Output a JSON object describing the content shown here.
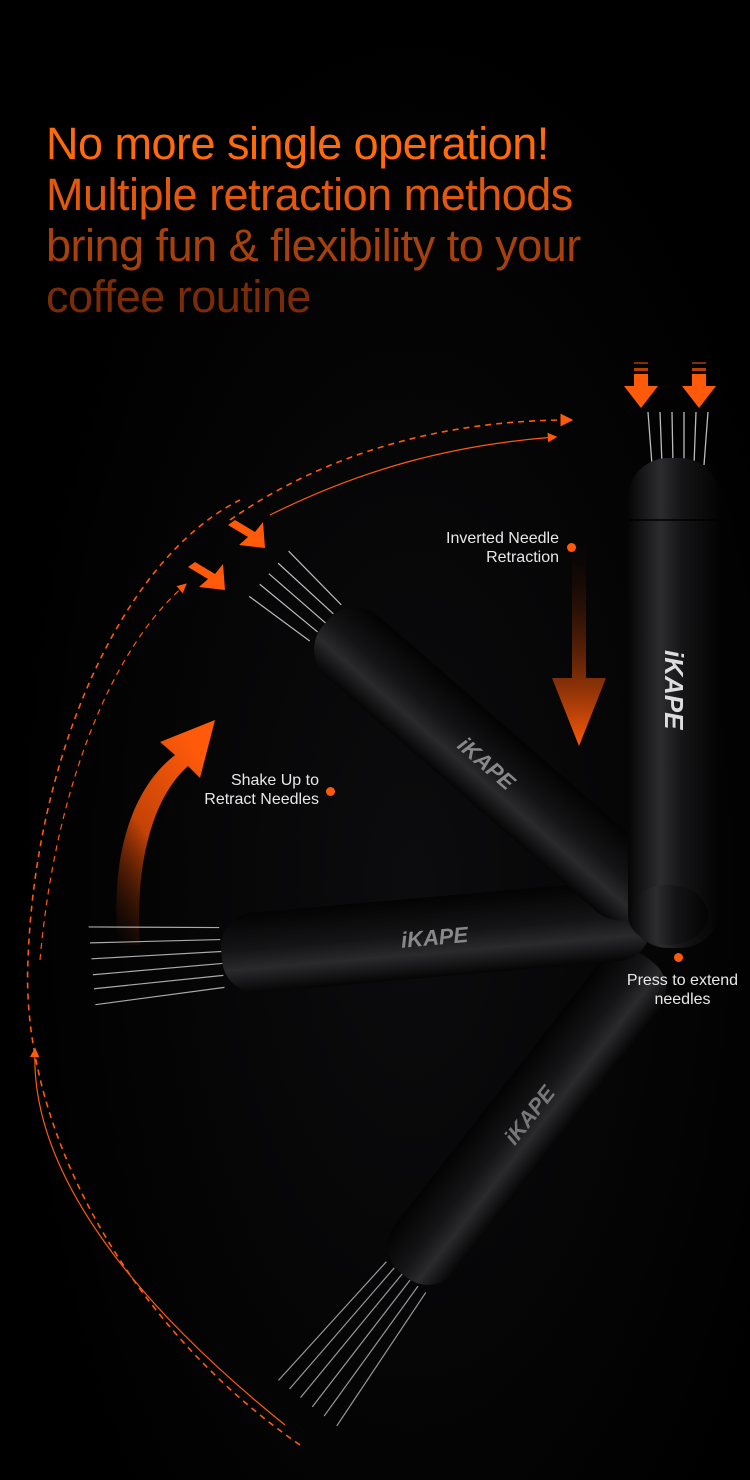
{
  "headline": {
    "lines": [
      "No more single operation!",
      "Multiple retraction methods",
      "bring fun & flexibility to your",
      "coffee routine"
    ],
    "colors": [
      "#ff6a0a",
      "#e2580c",
      "#a8400c",
      "#7a2c08"
    ]
  },
  "callouts": {
    "inverted": {
      "line1": "Inverted Needle",
      "line2": "Retraction"
    },
    "shake": {
      "line1": "Shake Up to",
      "line2": "Retract Needles"
    },
    "press": {
      "line1": "Press to extend",
      "line2": "needles"
    }
  },
  "brand_logo": "iKAPE",
  "colors": {
    "accent": "#ff5a0a",
    "background": "#000000",
    "pen_body": "#1a1a1c"
  }
}
